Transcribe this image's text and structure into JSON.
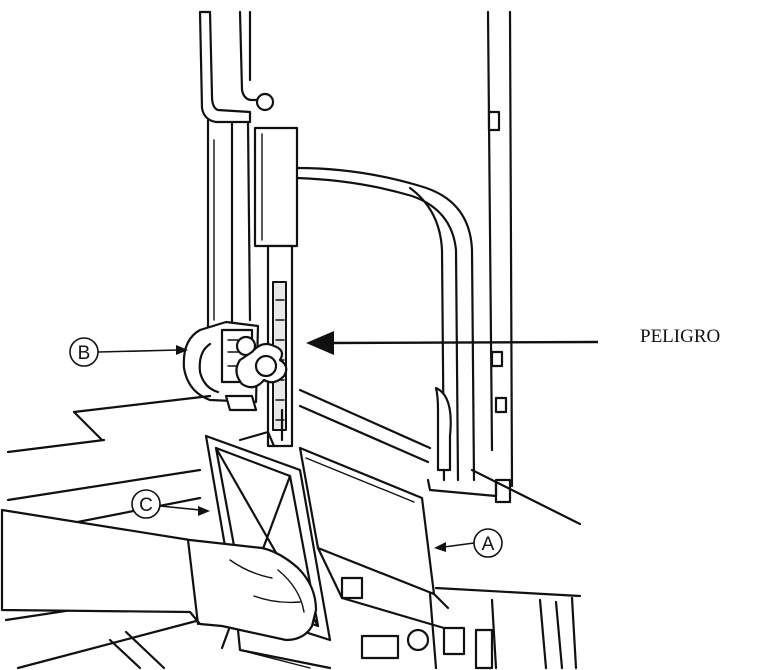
{
  "labels": {
    "a": "A",
    "b": "B",
    "c": "C",
    "warning": "PELIGRO"
  }
}
